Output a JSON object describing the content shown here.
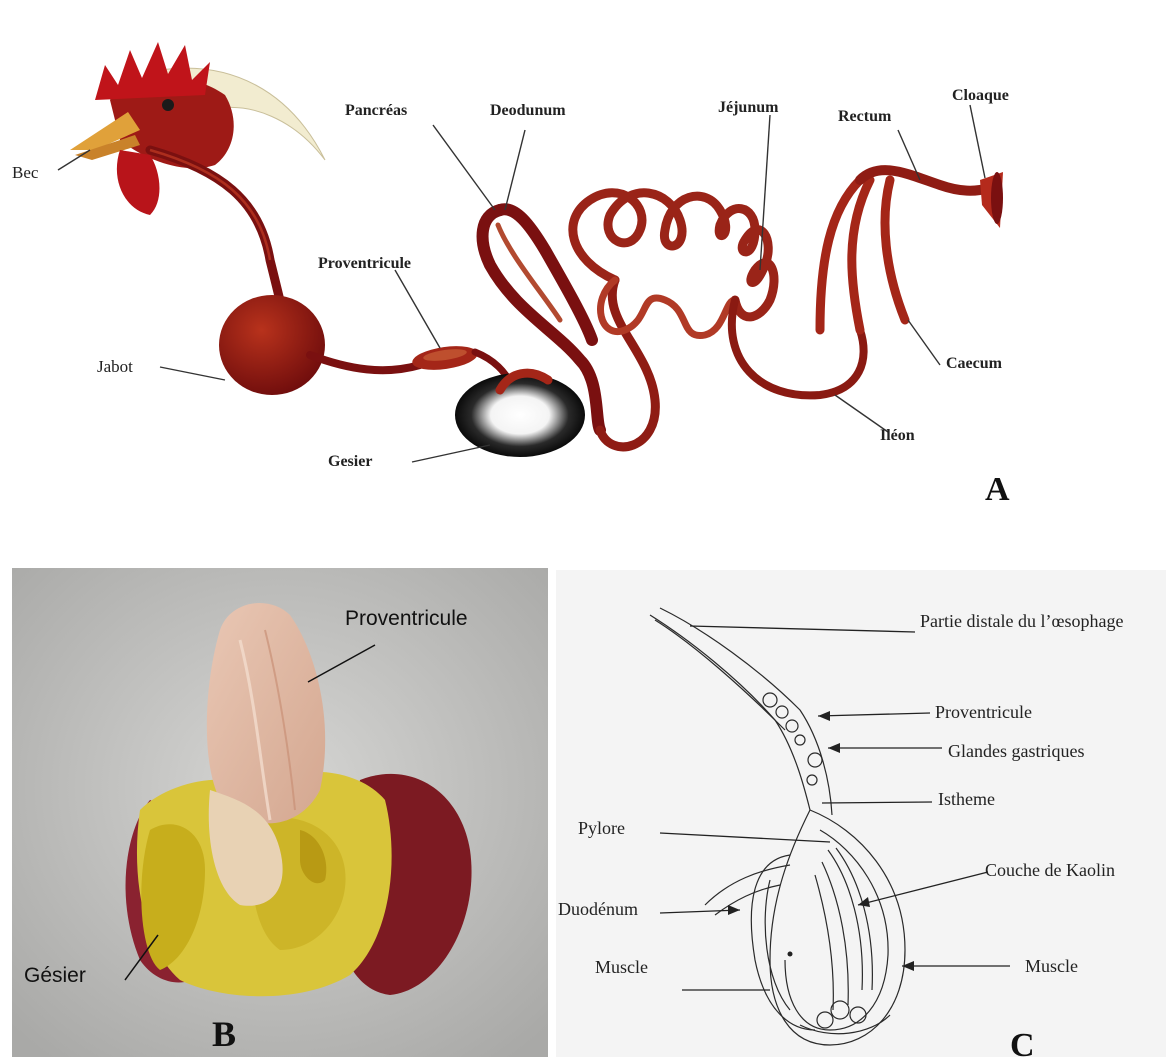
{
  "panel_a": {
    "letter": "A",
    "labels": {
      "bec": "Bec",
      "jabot": "Jabot",
      "proventricule": "Proventricule",
      "gesier": "Gesier",
      "pancreas": "Pancréas",
      "deodunum": "Deodunum",
      "jejunum": "Jéjunum",
      "rectum": "Rectum",
      "cloaque": "Cloaque",
      "caecum": "Caecum",
      "ileon": "Iléon"
    }
  },
  "panel_b": {
    "letter": "B",
    "labels": {
      "proventricule": "Proventricule",
      "gesier": "Gésier"
    }
  },
  "panel_c": {
    "letter": "C",
    "labels": {
      "oesophage": "Partie distale du l’œsophage",
      "proventricule": "Proventricule",
      "glandes": "Glandes gastriques",
      "istheme": "Istheme",
      "pylore": "Pylore",
      "kaolin": "Couche de Kaolin",
      "duodenum": "Duodénum",
      "muscle_left": "Muscle",
      "muscle_right": "Muscle"
    }
  },
  "colors": {
    "tract_dark": "#7a1010",
    "tract_mid": "#a42618",
    "comb_red": "#c0141a",
    "photo_bg": "#c9c9c7",
    "fat_yellow": "#d9c53a",
    "muscle_red": "#7c1a22"
  }
}
